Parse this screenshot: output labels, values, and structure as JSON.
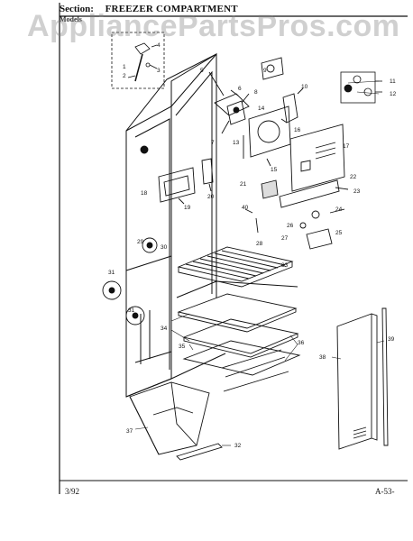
{
  "watermark": "AppliancePartsPros.com",
  "header": {
    "section_label": "Section:",
    "section_title": "FREEZER COMPARTMENT",
    "models_text": "Models"
  },
  "footer": {
    "date": "3/92",
    "page": "A-53-"
  },
  "callouts": [
    "1",
    "2",
    "3",
    "4",
    "5",
    "6",
    "7",
    "8",
    "9",
    "10",
    "11",
    "12",
    "13",
    "14",
    "15",
    "16",
    "17",
    "18",
    "19",
    "20",
    "21",
    "22",
    "23",
    "24",
    "25",
    "26",
    "27",
    "28",
    "29",
    "30",
    "31",
    "32",
    "33",
    "34",
    "35",
    "36",
    "37",
    "38",
    "39",
    "40"
  ]
}
